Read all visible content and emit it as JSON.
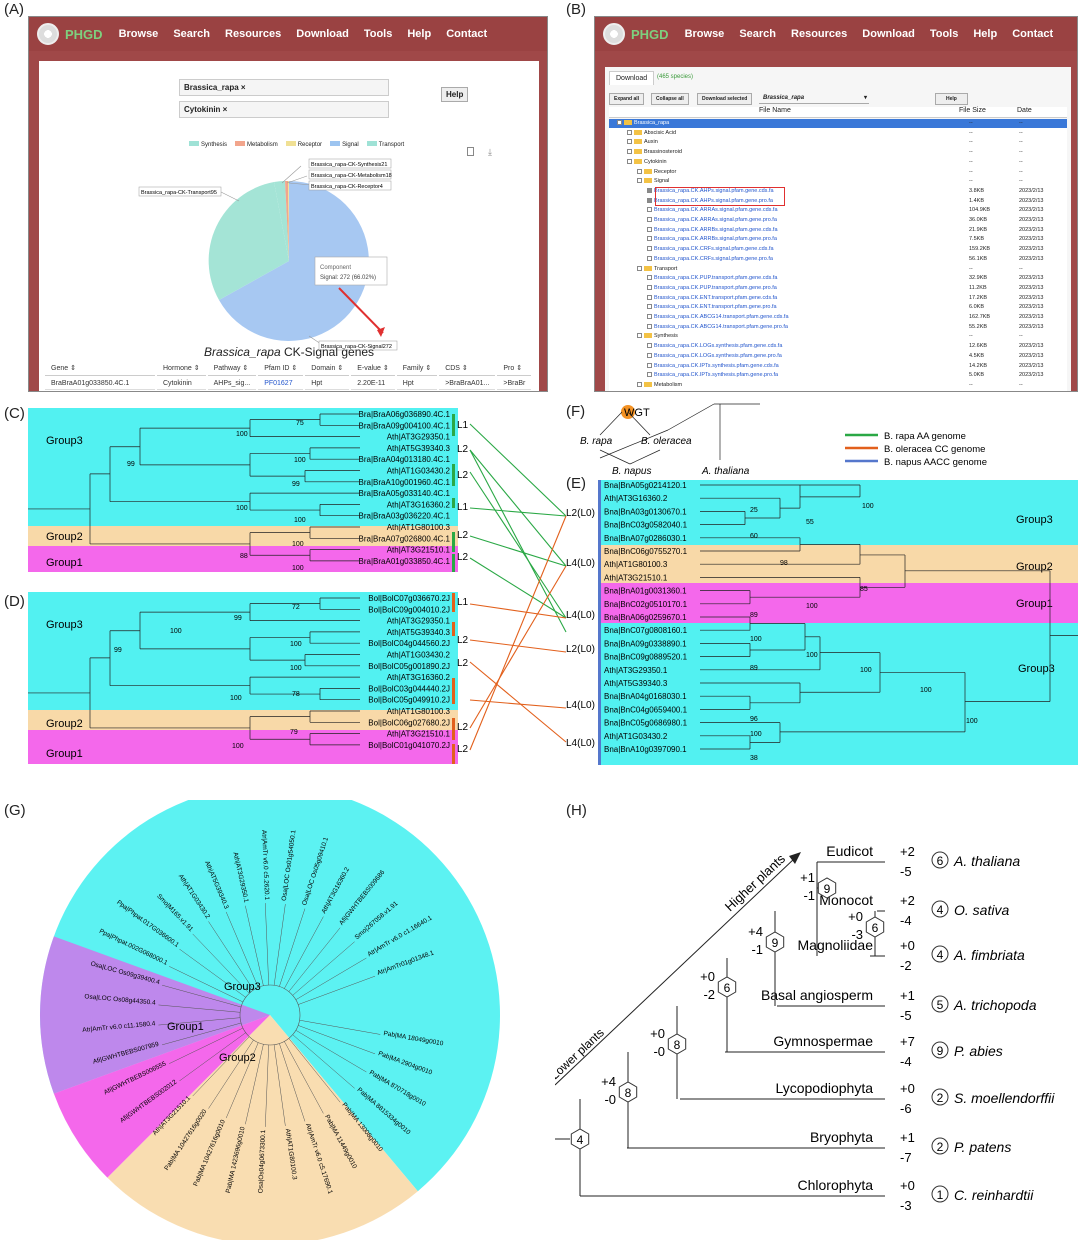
{
  "panels": {
    "A": "(A)",
    "B": "(B)",
    "C": "(C)",
    "D": "(D)",
    "E": "(E)",
    "F": "(F)",
    "G": "(G)",
    "H": "(H)"
  },
  "nav": {
    "logo": "PHGD",
    "items": [
      "Browse",
      "Search",
      "Resources",
      "Download",
      "Tools",
      "Help",
      "Contact"
    ]
  },
  "panelA": {
    "tag1": "Brassica_rapa ×",
    "tag2": "Cytokinin ×",
    "help": "Help",
    "legend": [
      "Synthesis",
      "Metabolism",
      "Receptor",
      "Signal",
      "Transport"
    ],
    "pie_labels": [
      "Brassica_rapa-CK-Synthesis21",
      "Brassica_rapa-CK-Metabolism18",
      "Brassica_rapa-CK-Receptor4",
      "Brassica_rapa-CK-Transport95",
      "Brassica_rapa-CK-Signal272"
    ],
    "tooltip_title": "Component",
    "tooltip_value": "Signal: 272 (66.02%)",
    "gene_title_species": "Brassica_rapa",
    "gene_title_rest": " CK-Signal genes",
    "table_headers": [
      "Gene ⇕",
      "Hormone ⇕",
      "Pathway ⇕",
      "Pfam ID ⇕",
      "Domain ⇕",
      "E-value ⇕",
      "Family ⇕",
      "CDS ⇕",
      "Pro ⇕"
    ],
    "table_row": [
      "BraBraA01g033850.4C.1",
      "Cytokinin",
      "AHPs_sig...",
      "PF01627",
      "Hpt",
      "2.20E-11",
      "Hpt",
      ">BraBraA01...",
      ">BraBr"
    ]
  },
  "panelB": {
    "tab": "Download",
    "species_count": "(465 species)",
    "buttons": [
      "Expand all",
      "Collapse all",
      "Download selected",
      "Help"
    ],
    "select_value": "Brassica_rapa",
    "headers": [
      "File Name",
      "File Size",
      "Date"
    ],
    "rows": [
      {
        "indent": 0,
        "type": "folder",
        "name": "Brassica_rapa",
        "size": "--",
        "date": "--",
        "sel": true
      },
      {
        "indent": 1,
        "type": "folder",
        "name": "Abscisic Acid",
        "size": "--",
        "date": "--"
      },
      {
        "indent": 1,
        "type": "folder",
        "name": "Auxin",
        "size": "--",
        "date": "--"
      },
      {
        "indent": 1,
        "type": "folder",
        "name": "Brassinosteroid",
        "size": "--",
        "date": "--"
      },
      {
        "indent": 1,
        "type": "folder",
        "name": "Cytokinin",
        "size": "--",
        "date": "--"
      },
      {
        "indent": 2,
        "type": "folder",
        "name": "Receptor",
        "size": "--",
        "date": "--"
      },
      {
        "indent": 2,
        "type": "folder",
        "name": "Signal",
        "size": "--",
        "date": "--"
      },
      {
        "indent": 3,
        "type": "file",
        "name": "Brassica_rapa.CK.AHPs.signal.pfam.gene.cds.fa",
        "size": "3.8KB",
        "date": "2023/2/13",
        "checked": true
      },
      {
        "indent": 3,
        "type": "file",
        "name": "Brassica_rapa.CK.AHPs.signal.pfam.gene.pro.fa",
        "size": "1.4KB",
        "date": "2023/2/13",
        "checked": true
      },
      {
        "indent": 3,
        "type": "file",
        "name": "Brassica_rapa.CK.ARRAs.signal.pfam.gene.cds.fa",
        "size": "104.9KB",
        "date": "2023/2/13"
      },
      {
        "indent": 3,
        "type": "file",
        "name": "Brassica_rapa.CK.ARRAs.signal.pfam.gene.pro.fa",
        "size": "36.0KB",
        "date": "2023/2/13"
      },
      {
        "indent": 3,
        "type": "file",
        "name": "Brassica_rapa.CK.ARRBs.signal.pfam.gene.cds.fa",
        "size": "21.9KB",
        "date": "2023/2/13"
      },
      {
        "indent": 3,
        "type": "file",
        "name": "Brassica_rapa.CK.ARRBs.signal.pfam.gene.pro.fa",
        "size": "7.5KB",
        "date": "2023/2/13"
      },
      {
        "indent": 3,
        "type": "file",
        "name": "Brassica_rapa.CK.CRFs.signal.pfam.gene.cds.fa",
        "size": "159.2KB",
        "date": "2023/2/13"
      },
      {
        "indent": 3,
        "type": "file",
        "name": "Brassica_rapa.CK.CRFs.signal.pfam.gene.pro.fa",
        "size": "56.1KB",
        "date": "2023/2/13"
      },
      {
        "indent": 2,
        "type": "folder",
        "name": "Transport",
        "size": "--",
        "date": "--"
      },
      {
        "indent": 3,
        "type": "file",
        "name": "Brassica_rapa.CK.PUP.transport.pfam.gene.cds.fa",
        "size": "32.9KB",
        "date": "2023/2/13"
      },
      {
        "indent": 3,
        "type": "file",
        "name": "Brassica_rapa.CK.PUP.transport.pfam.gene.pro.fa",
        "size": "11.2KB",
        "date": "2023/2/13"
      },
      {
        "indent": 3,
        "type": "file",
        "name": "Brassica_rapa.CK.ENT.transport.pfam.gene.cds.fa",
        "size": "17.2KB",
        "date": "2023/2/13"
      },
      {
        "indent": 3,
        "type": "file",
        "name": "Brassica_rapa.CK.ENT.transport.pfam.gene.pro.fa",
        "size": "6.0KB",
        "date": "2023/2/13"
      },
      {
        "indent": 3,
        "type": "file",
        "name": "Brassica_rapa.CK.ABCG14.transport.pfam.gene.cds.fa",
        "size": "162.7KB",
        "date": "2023/2/13"
      },
      {
        "indent": 3,
        "type": "file",
        "name": "Brassica_rapa.CK.ABCG14.transport.pfam.gene.pro.fa",
        "size": "55.2KB",
        "date": "2023/2/13"
      },
      {
        "indent": 2,
        "type": "folder",
        "name": "Synthesis",
        "size": "--",
        "date": "--"
      },
      {
        "indent": 3,
        "type": "file",
        "name": "Brassica_rapa.CK.LOGs.synthesis.pfam.gene.cds.fa",
        "size": "12.6KB",
        "date": "2023/2/13"
      },
      {
        "indent": 3,
        "type": "file",
        "name": "Brassica_rapa.CK.LOGs.synthesis.pfam.gene.pro.fa",
        "size": "4.5KB",
        "date": "2023/2/13"
      },
      {
        "indent": 3,
        "type": "file",
        "name": "Brassica_rapa.CK.IPTs.synthesis.pfam.gene.cds.fa",
        "size": "14.2KB",
        "date": "2023/2/13"
      },
      {
        "indent": 3,
        "type": "file",
        "name": "Brassica_rapa.CK.IPTs.synthesis.pfam.gene.pro.fa",
        "size": "5.0KB",
        "date": "2023/2/13"
      },
      {
        "indent": 2,
        "type": "folder",
        "name": "Metabolism",
        "size": "--",
        "date": "--"
      }
    ]
  },
  "panelC": {
    "groups": [
      "Group3",
      "Group2",
      "Group1"
    ],
    "leaves": [
      "Bra|BraA06g036890.4C.1",
      "Bra|BraA09g004100.4C.1",
      "Ath|AT3G29350.1",
      "Ath|AT5G39340.3",
      "Bra|BraA04g013180.4C.1",
      "Ath|AT1G03430.2",
      "Bra|BraA10g001960.4C.1",
      "Bra|BraA05g033140.4C.1",
      "Ath|AT3G16360.2",
      "Bra|BraA03g036220.4C.1",
      "Ath|AT1G80100.3",
      "Bra|BraA07g026800.4C.1",
      "Ath|AT3G21510.1",
      "Bra|BraA01g033850.4C.1"
    ],
    "boot": [
      "75",
      "100",
      "100",
      "99",
      "100",
      "100",
      "99",
      "100",
      "88",
      "100"
    ],
    "L": [
      "L1",
      "L2",
      "L2",
      "L1",
      "L2",
      "L2"
    ]
  },
  "panelD": {
    "groups": [
      "Group3",
      "Group2",
      "Group1"
    ],
    "leaves": [
      "Bol|BolC07g036670.2J",
      "Bol|BolC09g004010.2J",
      "Ath|AT3G29350.1",
      "Ath|AT5G39340.3",
      "Bol|BolC04g044560.2J",
      "Ath|AT1G03430.2",
      "Bol|BolC05g001890.2J",
      "Ath|AT3G16360.2",
      "Bol|BolC03g044440.2J",
      "Bol|BolC05g049910.2J",
      "Ath|AT1G80100.3",
      "Bol|BolC06g027680.2J",
      "Ath|AT3G21510.1",
      "Bol|BolC01g041070.2J"
    ],
    "boot": [
      "72",
      "99",
      "100",
      "99",
      "100",
      "100",
      "78",
      "100",
      "79",
      "100"
    ],
    "L": [
      "L1",
      "L2",
      "L2",
      "L2",
      "L2"
    ]
  },
  "panelF": {
    "wgt": "WGT",
    "species": [
      "B. rapa",
      "B. oleracea",
      "B. napus",
      "A. thaliana"
    ]
  },
  "legendE": [
    "B. rapa AA genome",
    "B. oleracea CC genome",
    "B. napus AACC genome"
  ],
  "panelE": {
    "groups": [
      "Group3",
      "Group2",
      "Group1",
      "Group3"
    ],
    "leaves": [
      "Bna|BnA05g0214120.1",
      "Ath|AT3G16360.2",
      "Bna|BnA03g0130670.1",
      "Bna|BnC03g0582040.1",
      "Bna|BnA07g0286030.1",
      "Bna|BnC06g0755270.1",
      "Ath|AT1G80100.3",
      "Ath|AT3G21510.1",
      "Bna|BnA01g0031360.1",
      "Bna|BnC02g0510170.1",
      "Bna|BnA06g0259670.1",
      "Bna|BnC07g0808160.1",
      "Bna|BnA09g0338890.1",
      "Bna|BnC09g0889520.1",
      "Ath|AT3G29350.1",
      "Ath|AT5G39340.3",
      "Bna|BnA04g0168030.1",
      "Bna|BnC04g0659400.1",
      "Bna|BnC05g0686980.1",
      "Ath|AT1G03430.2",
      "Bna|BnA10g0397090.1"
    ],
    "boot": [
      "25",
      "55",
      "60",
      "100",
      "98",
      "85",
      "100",
      "89",
      "100",
      "100",
      "89",
      "100",
      "100",
      "96",
      "100",
      "100",
      "38"
    ],
    "L": [
      "L2(L0)",
      "L4(L0)",
      "L4(L0)",
      "L2(L0)",
      "L4(L0)",
      "L4(L0)"
    ]
  },
  "panelG": {
    "groups": [
      "Group3",
      "Group1",
      "Group2"
    ],
    "leaves": [
      "Pab|MA 18049g0010",
      "Pab|MA 2904g0010",
      "Pab|MA 870718g0010",
      "Pab|MA 8815334g0010",
      "Pab|MA 13008g0010",
      "Pab|MA 11449g0010",
      "Atr|AmTr v6.0 c5.17690.1",
      "Ath|AT1G80100.3",
      "Osa|Os04g0673300.1",
      "Pab|MA 1423696g0010",
      "Pab|MA 10427616g0010",
      "Pab|MA 10427616g0020",
      "Ath|AT3G21510.1",
      "Afi|GWHTBEBS002012",
      "Afi|GWHTBEBS006555",
      "Afi|GWHTBEBS007959",
      "Atr|AmTr v6.0 c11.1580.4",
      "Osa|LOC Os08g44350.4",
      "Osa|LOC Os09g39400.4",
      "Ppa|Phpat.002G068000.1",
      "Ppa|Phpat.017G036600.1",
      "Smo|M165.v1.91",
      "Ath|AT1G03430.2",
      "Ath|AT5G39340.3",
      "Ath|AT3G29350.1",
      "Atr|AmTr v6.0 c5.2620.1",
      "Osa|LOC Os01g54050.1",
      "Osa|LOC Os05g09410.1",
      "Ath|AT3G16360.2",
      "Afi|GWHTBEBS009686",
      "Smo|267058.v1.91",
      "Atr|AmTr v6.0 c1.16640.1",
      "Atr|AmTr01g01348.1"
    ]
  },
  "panelH": {
    "arrow_high": "Higher plants",
    "arrow_low": "Lower plants",
    "taxa": [
      {
        "clade": "Eudicot",
        "gain": "+2",
        "loss": "-5",
        "count": "6",
        "species": "A. thaliana"
      },
      {
        "clade": "Monocot",
        "gain": "+2",
        "loss": "-4",
        "count": "4",
        "species": "O. sativa"
      },
      {
        "clade": "Magnoliidae",
        "gain": "+0",
        "loss": "-2",
        "count": "4",
        "species": "A. fimbriata"
      },
      {
        "clade": "Basal angiosperm",
        "gain": "+1",
        "loss": "-5",
        "count": "5",
        "species": "A. trichopoda"
      },
      {
        "clade": "Gymnospermae",
        "gain": "+7",
        "loss": "-4",
        "count": "9",
        "species": "P. abies"
      },
      {
        "clade": "Lycopodiophyta",
        "gain": "+0",
        "loss": "-6",
        "count": "2",
        "species": "S. moellendorffii"
      },
      {
        "clade": "Bryophyta",
        "gain": "+1",
        "loss": "-7",
        "count": "2",
        "species": "P. patens"
      },
      {
        "clade": "Chlorophyta",
        "gain": "+0",
        "loss": "-3",
        "count": "1",
        "species": "C. reinhardtii"
      }
    ],
    "nodes": [
      {
        "count": "9",
        "gain": "+1",
        "loss": "-1"
      },
      {
        "count": "6",
        "gain": "+0",
        "loss": "-3"
      },
      {
        "count": "9",
        "gain": "+4",
        "loss": "-1"
      },
      {
        "count": "6",
        "gain": "+0",
        "loss": "-2"
      },
      {
        "count": "8",
        "gain": "+0",
        "loss": "-0"
      },
      {
        "count": "8",
        "gain": "+4",
        "loss": "-0"
      },
      {
        "count": "4",
        "gain": "",
        "loss": ""
      }
    ]
  },
  "colors": {
    "cyan": "#3ff0f0",
    "orange": "#f8d9a8",
    "magenta": "#f24ee8",
    "green": "#2aa845",
    "orange_line": "#e2601c",
    "blue": "#5577cc",
    "nav": "#9a4242"
  }
}
